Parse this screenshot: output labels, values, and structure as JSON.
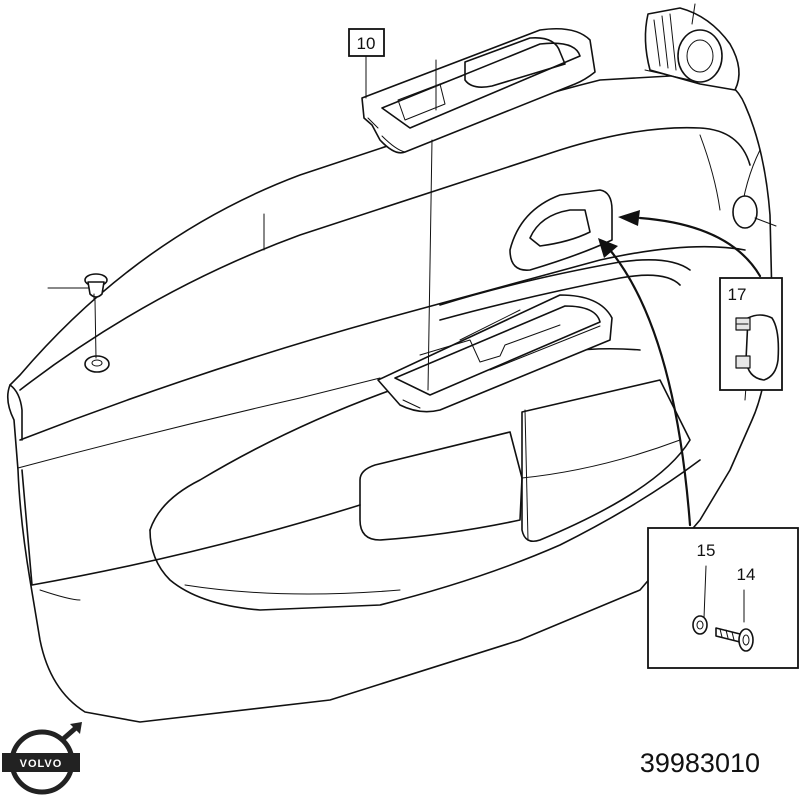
{
  "parts": {
    "window_switch_panel": "10",
    "switch_cap": "17",
    "washer": "15",
    "screw": "14"
  },
  "reference_number": "39983010",
  "brand_logo": "VOLVO"
}
